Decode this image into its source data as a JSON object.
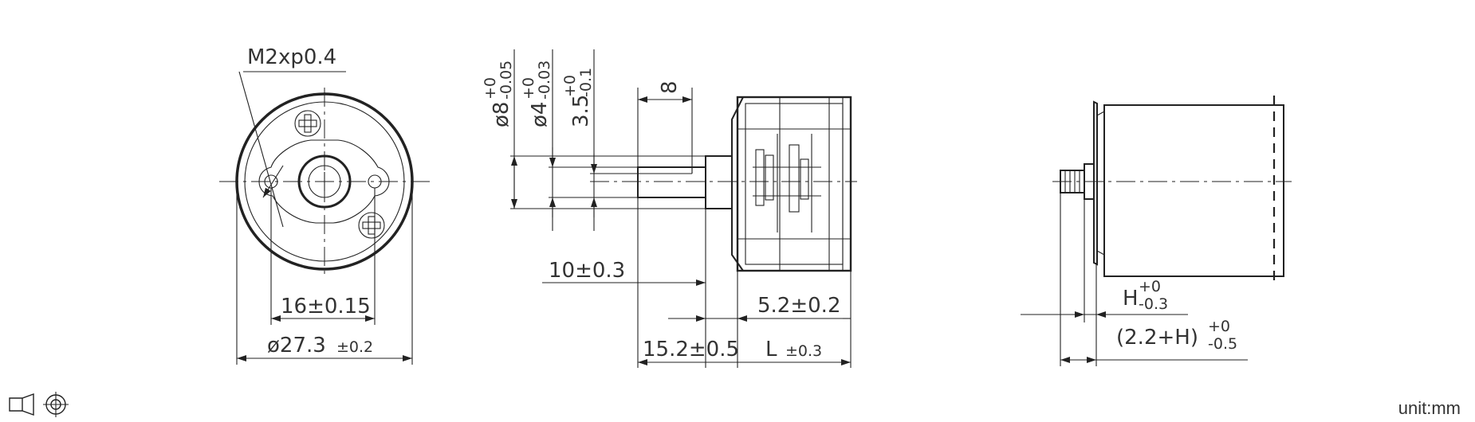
{
  "labels": {
    "thread": "M2xp0.4",
    "dia8_base": "ø8",
    "dia8_tol_upper": "+0",
    "dia8_tol_lower": "-0.05",
    "dia4_base": "ø4",
    "dia4_tol_upper": "+0",
    "dia4_tol_lower": "-0.03",
    "d35_base": "3.5",
    "d35_tol_upper": "+0",
    "d35_tol_lower": "-0.1",
    "dim8": "8",
    "dim10": "10±0.3",
    "dim16": "16±0.15",
    "dim273": "ø27.3",
    "dim273_tol": "±0.2",
    "dim52": "5.2±0.2",
    "dim152": "15.2±0.5",
    "dimL": "L",
    "dimL_tol": "±0.3",
    "dimH_base": "H",
    "dimH_tol_upper": "+0",
    "dimH_tol_lower": "-0.3",
    "dim22H_base": "(2.2+H)",
    "dim22H_tol_upper": "+0",
    "dim22H_tol_lower": "-0.5"
  },
  "unit_label": "unit:mm"
}
